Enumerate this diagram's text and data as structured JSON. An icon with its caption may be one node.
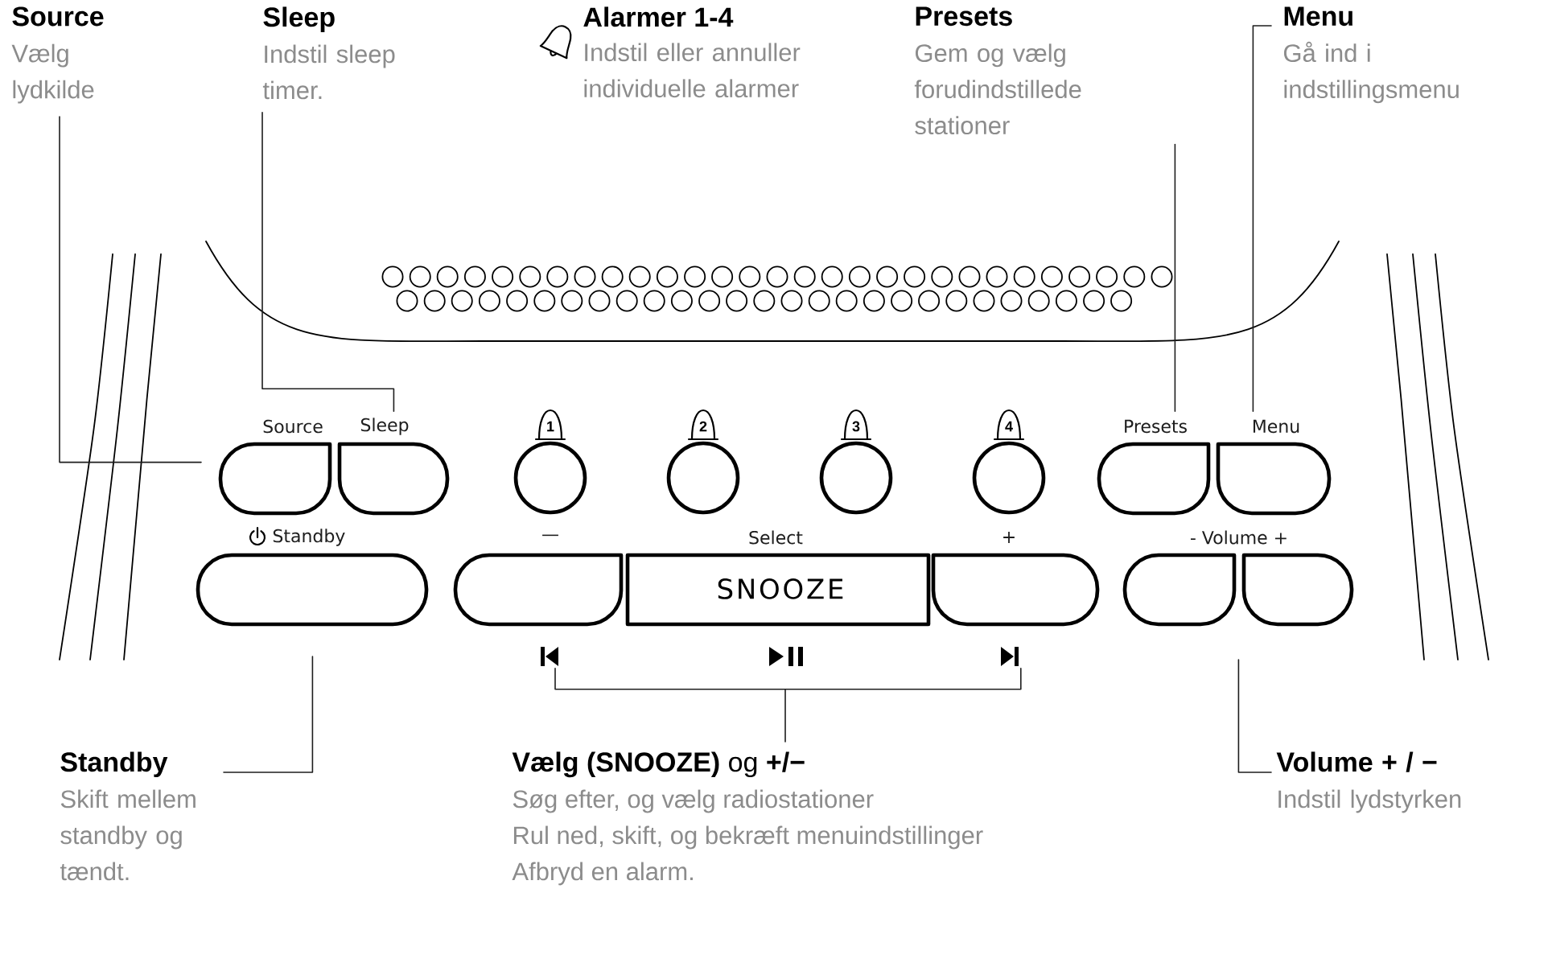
{
  "diagram": {
    "nodes": [
      {
        "text": [
          "Source",
          "Vælg lydkilde"
        ]
      },
      {
        "text": [
          "Sleep",
          "Indstil sleep timer."
        ]
      },
      {
        "text": [
          "Presets",
          "Gem og vælg forudindstillede stationer"
        ]
      },
      {
        "text": [
          "Menu",
          "Gå ind i indstillingsmenu"
        ]
      },
      {
        "text": [
          "Source"
        ]
      },
      {
        "text": [
          "Sleep"
        ]
      },
      {
        "text": [
          "1"
        ]
      },
      {
        "text": [
          "2"
        ]
      },
      {
        "text": [
          "3"
        ]
      },
      {
        "text": [
          "4"
        ]
      },
      {
        "text": [
          "Presets"
        ]
      },
      {
        "text": [
          "Menu"
        ]
      },
      {
        "text": [
          "Standby"
        ]
      },
      {
        "text": [
          "—",
          "Select",
          "SNOOZE",
          "+"
        ]
      },
      {
        "text": [
          "- Volume +"
        ]
      },
      {
        "text": [
          "Standby",
          "Skift mellem standby og tændt."
        ]
      },
      {
        "text": [
          "**Vælg (SNOOZE)** og **+/−**",
          "Søg efter, og vælg radiostationer",
          "Rul ned, skift, og bekræft menuindstillinger",
          "Afbryd en alarm."
        ]
      },
      {
        "text": [
          "Volume + / −",
          "Indstil lydstyrken"
        ]
      }
    ],
    "edges": [
      {
        "from": 0,
        "to": 4,
        "arrow": "none"
      },
      {
        "from": 1,
        "to": 5,
        "arrow": "none"
      },
      {
        "from": 2,
        "to": 10,
        "arrow": "none"
      },
      {
        "from": 3,
        "to": 11,
        "arrow": "none"
      },
      {
        "from": 15,
        "to": 12,
        "arrow": "none"
      },
      {
        "from": 16,
        "to": 13,
        "arrow": "none"
      },
      {
        "from": 17,
        "to": 14,
        "arrow": "none"
      }
    ],
    "labels": [
      "Alarmer 1-4",
      "Indstil eller annuller individuelle alarmer"
    ]
  }
}
